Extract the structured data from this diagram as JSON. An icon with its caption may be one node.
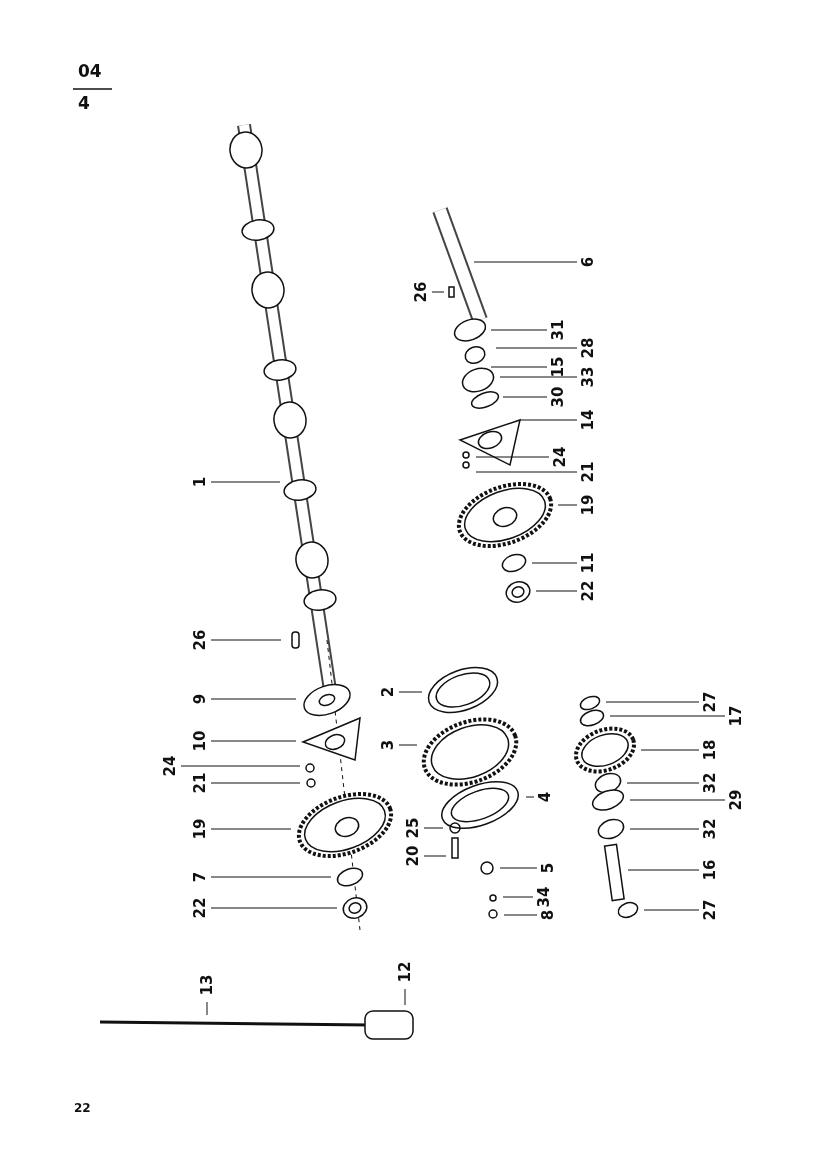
{
  "diagram": {
    "nodes": [
      {
        "text": [
          "6"
        ]
      },
      {
        "text": [
          "26"
        ]
      },
      {
        "text": [
          "31"
        ]
      },
      {
        "text": [
          "28"
        ]
      },
      {
        "text": [
          "15"
        ]
      },
      {
        "text": [
          "33"
        ]
      },
      {
        "text": [
          "30"
        ]
      },
      {
        "text": [
          "14"
        ]
      },
      {
        "text": [
          "24"
        ]
      },
      {
        "text": [
          "21"
        ]
      },
      {
        "text": [
          "19"
        ]
      },
      {
        "text": [
          "11"
        ]
      },
      {
        "text": [
          "22"
        ]
      },
      {
        "text": [
          "1"
        ]
      },
      {
        "text": [
          "26"
        ]
      },
      {
        "text": [
          "9"
        ]
      },
      {
        "text": [
          "10"
        ]
      },
      {
        "text": [
          "24"
        ]
      },
      {
        "text": [
          "21"
        ]
      },
      {
        "text": [
          "19"
        ]
      },
      {
        "text": [
          "7"
        ]
      },
      {
        "text": [
          "22"
        ]
      },
      {
        "text": [
          "2"
        ]
      },
      {
        "text": [
          "3"
        ]
      },
      {
        "text": [
          "4"
        ]
      },
      {
        "text": [
          "25"
        ]
      },
      {
        "text": [
          "20"
        ]
      },
      {
        "text": [
          "5"
        ]
      },
      {
        "text": [
          "34"
        ]
      },
      {
        "text": [
          "8"
        ]
      },
      {
        "text": [
          "27"
        ]
      },
      {
        "text": [
          "17"
        ]
      },
      {
        "text": [
          "18"
        ]
      },
      {
        "text": [
          "32"
        ]
      },
      {
        "text": [
          "29"
        ]
      },
      {
        "text": [
          "32"
        ]
      },
      {
        "text": [
          "16"
        ]
      },
      {
        "text": [
          "27"
        ]
      },
      {
        "text": [
          "13"
        ]
      },
      {
        "text": [
          "12"
        ]
      }
    ],
    "edges": [
      {
        "from": 0,
        "to": null,
        "arrow": "none"
      },
      {
        "from": 1,
        "to": null,
        "arrow": "none"
      },
      {
        "from": 2,
        "to": null,
        "arrow": "none"
      },
      {
        "from": 3,
        "to": null,
        "arrow": "none"
      },
      {
        "from": 4,
        "to": null,
        "arrow": "none"
      },
      {
        "from": 5,
        "to": null,
        "arrow": "none"
      },
      {
        "from": 6,
        "to": null,
        "arrow": "none"
      },
      {
        "from": 7,
        "to": null,
        "arrow": "none"
      },
      {
        "from": 8,
        "to": null,
        "arrow": "none"
      },
      {
        "from": 9,
        "to": null,
        "arrow": "none"
      },
      {
        "from": 10,
        "to": null,
        "arrow": "none"
      },
      {
        "from": 11,
        "to": null,
        "arrow": "none"
      },
      {
        "from": 12,
        "to": null,
        "arrow": "none"
      },
      {
        "from": 13,
        "to": null,
        "arrow": "none"
      },
      {
        "from": 14,
        "to": null,
        "arrow": "none"
      },
      {
        "from": 15,
        "to": null,
        "arrow": "none"
      },
      {
        "from": 16,
        "to": null,
        "arrow": "none"
      },
      {
        "from": 17,
        "to": null,
        "arrow": "none"
      },
      {
        "from": 18,
        "to": null,
        "arrow": "none"
      },
      {
        "from": 19,
        "to": null,
        "arrow": "none"
      },
      {
        "from": 20,
        "to": null,
        "arrow": "none"
      },
      {
        "from": 21,
        "to": null,
        "arrow": "none"
      },
      {
        "from": 22,
        "to": null,
        "arrow": "none"
      },
      {
        "from": 23,
        "to": null,
        "arrow": "none"
      },
      {
        "from": 24,
        "to": null,
        "arrow": "none"
      },
      {
        "from": 25,
        "to": null,
        "arrow": "none"
      },
      {
        "from": 26,
        "to": null,
        "arrow": "none"
      },
      {
        "from": 27,
        "to": null,
        "arrow": "none"
      },
      {
        "from": 28,
        "to": null,
        "arrow": "none"
      },
      {
        "from": 29,
        "to": null,
        "arrow": "none"
      },
      {
        "from": 30,
        "to": null,
        "arrow": "none"
      },
      {
        "from": 31,
        "to": null,
        "arrow": "none"
      },
      {
        "from": 32,
        "to": null,
        "arrow": "none"
      },
      {
        "from": 33,
        "to": null,
        "arrow": "none"
      },
      {
        "from": 34,
        "to": null,
        "arrow": "none"
      },
      {
        "from": 35,
        "to": null,
        "arrow": "none"
      },
      {
        "from": 36,
        "to": null,
        "arrow": "none"
      },
      {
        "from": 37,
        "to": null,
        "arrow": "none"
      },
      {
        "from": 38,
        "to": null,
        "arrow": "none"
      },
      {
        "from": 39,
        "to": null,
        "arrow": "none"
      }
    ],
    "labels": [
      "04",
      "4",
      "22"
    ]
  }
}
